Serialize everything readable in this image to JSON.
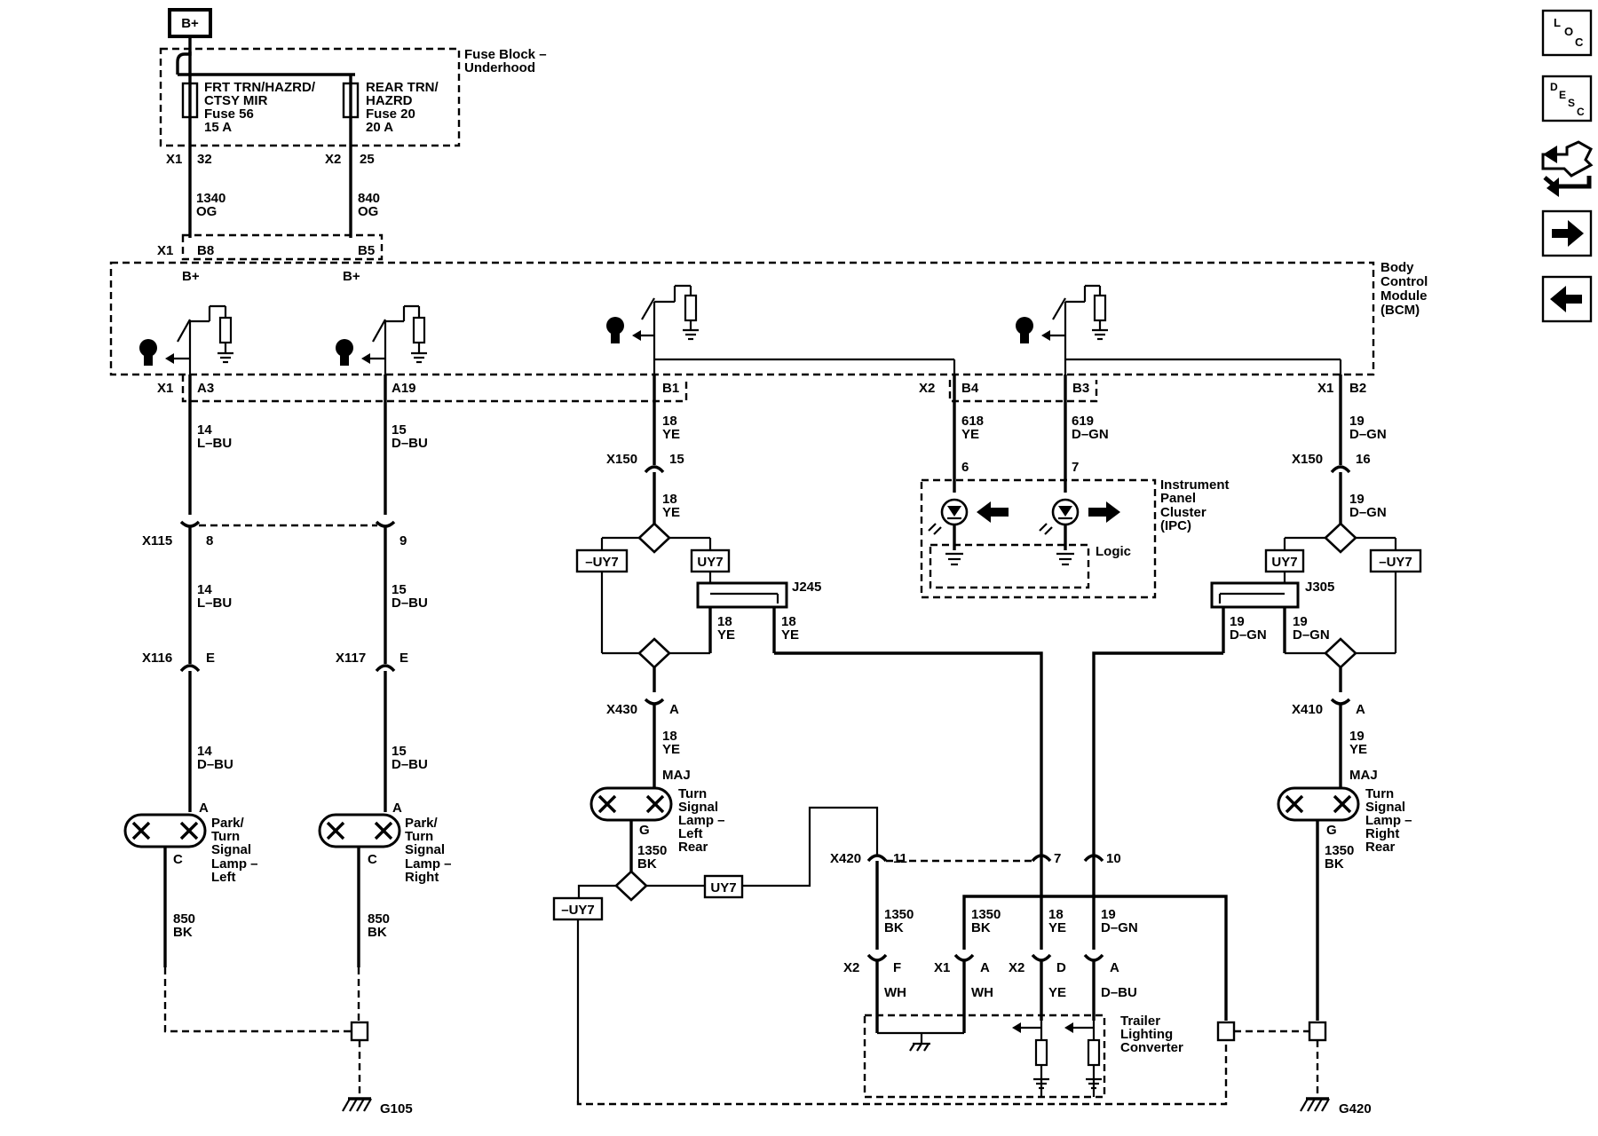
{
  "power": {
    "bplus": "B+"
  },
  "fuse_block": {
    "title_line1": "Fuse Block –",
    "title_line2": "Underhood",
    "fuse1_line1": "FRT TRN/HAZRD/",
    "fuse1_line2": "CTSY MIR",
    "fuse1_line3": "Fuse 56",
    "fuse1_line4": "15 A",
    "fuse2_line1": "REAR TRN/",
    "fuse2_line2": "HAZRD",
    "fuse2_line3": "Fuse 20",
    "fuse2_line4": "20 A",
    "x1": "X1",
    "x1_pin": "32",
    "x2": "X2",
    "x2_pin": "25"
  },
  "wires_top": {
    "w1_circuit": "1340",
    "w1_color": "OG",
    "w2_circuit": "840",
    "w2_color": "OG"
  },
  "bcm": {
    "title_line1": "Body",
    "title_line2": "Control",
    "title_line3": "Module",
    "title_line4": "(BCM)",
    "x1_top": "X1",
    "b8": "B8",
    "b5": "B5",
    "bplus1": "B+",
    "bplus2": "B+",
    "x1_bottom": "X1",
    "a3": "A3",
    "a19": "A19",
    "b1": "B1",
    "x2_bottom": "X2",
    "b4": "B4",
    "b3": "B3",
    "x1_right": "X1",
    "b2": "B2"
  },
  "front_left": {
    "w1_gauge": "14",
    "w1_color": "L–BU",
    "x115": "X115",
    "x115_pin": "8",
    "w2_gauge": "14",
    "w2_color": "L–BU",
    "x116": "X116",
    "x116_pin": "E",
    "w3_gauge": "14",
    "w3_color": "D–BU",
    "pin_a": "A",
    "pin_c": "C",
    "lamp_line1": "Park/",
    "lamp_line2": "Turn",
    "lamp_line3": "Signal",
    "lamp_line4": "Lamp –",
    "lamp_line5": "Left",
    "gnd_gauge": "850",
    "gnd_color": "BK"
  },
  "front_right": {
    "w1_gauge": "15",
    "w1_color": "D–BU",
    "x115_pin": "9",
    "w2_gauge": "15",
    "w2_color": "D–BU",
    "x117": "X117",
    "x117_pin": "E",
    "w3_gauge": "15",
    "w3_color": "D–BU",
    "pin_a": "A",
    "pin_c": "C",
    "lamp_line1": "Park/",
    "lamp_line2": "Turn",
    "lamp_line3": "Signal",
    "lamp_line4": "Lamp –",
    "lamp_line5": "Right",
    "gnd_gauge": "850",
    "gnd_color": "BK"
  },
  "rear_left": {
    "w1_gauge": "18",
    "w1_color": "YE",
    "x150": "X150",
    "x150_pin": "15",
    "w2_gauge": "18",
    "w2_color": "YE",
    "neg_uy7": "–UY7",
    "uy7": "UY7",
    "j245": "J245",
    "w3_gauge": "18",
    "w3_color": "YE",
    "w4_gauge": "18",
    "w4_color": "YE",
    "x430": "X430",
    "x430_pin": "A",
    "w5_gauge": "18",
    "w5_color": "YE",
    "maj": "MAJ",
    "pin_g": "G",
    "lamp_line1": "Turn",
    "lamp_line2": "Signal",
    "lamp_line3": "Lamp –",
    "lamp_line4": "Left",
    "lamp_line5": "Rear",
    "gnd_gauge": "1350",
    "gnd_color": "BK",
    "uy7_lower": "UY7",
    "neg_uy7_lower": "–UY7"
  },
  "ipc": {
    "w_left_circuit": "618",
    "w_left_color": "YE",
    "w_right_circuit": "619",
    "w_right_color": "D–GN",
    "pin_6": "6",
    "pin_7": "7",
    "title_line1": "Instrument",
    "title_line2": "Panel",
    "title_line3": "Cluster",
    "title_line4": "(IPC)",
    "logic": "Logic"
  },
  "rear_right": {
    "w1_gauge": "19",
    "w1_color": "D–GN",
    "x150": "X150",
    "x150_pin": "16",
    "w2_gauge": "19",
    "w2_color": "D–GN",
    "uy7": "UY7",
    "neg_uy7": "–UY7",
    "j305": "J305",
    "w3_gauge": "19",
    "w3_color": "D–GN",
    "w4_gauge": "19",
    "w4_color": "D–GN",
    "x410": "X410",
    "x410_pin": "A",
    "w5_gauge": "19",
    "w5_color": "YE",
    "maj": "MAJ",
    "pin_g": "G",
    "lamp_line1": "Turn",
    "lamp_line2": "Signal",
    "lamp_line3": "Lamp –",
    "lamp_line4": "Right",
    "lamp_line5": "Rear",
    "gnd_gauge": "1350",
    "gnd_color": "BK"
  },
  "trailer": {
    "x420": "X420",
    "pin_11": "11",
    "pin_7": "7",
    "pin_10": "10",
    "w_a_gauge": "1350",
    "w_a_color": "BK",
    "w_b_gauge": "1350",
    "w_b_color": "BK",
    "w_c_gauge": "18",
    "w_c_color": "YE",
    "w_d_gauge": "19",
    "w_d_color": "D–GN",
    "x2a": "X2",
    "pin_f": "F",
    "x1": "X1",
    "pin_a1": "A",
    "x2b": "X2",
    "pin_d": "D",
    "pin_a2": "A",
    "c_f": "WH",
    "c_a": "WH",
    "c_d": "YE",
    "c_a2": "D–BU",
    "title_line1": "Trailer",
    "title_line2": "Lighting",
    "title_line3": "Converter"
  },
  "grounds": {
    "g105": "G105",
    "g420": "G420"
  },
  "nav": {
    "loc": {
      "l": "L",
      "o": "O",
      "c": "C"
    },
    "desc": {
      "d": "D",
      "e": "E",
      "s": "S",
      "c": "C"
    }
  }
}
